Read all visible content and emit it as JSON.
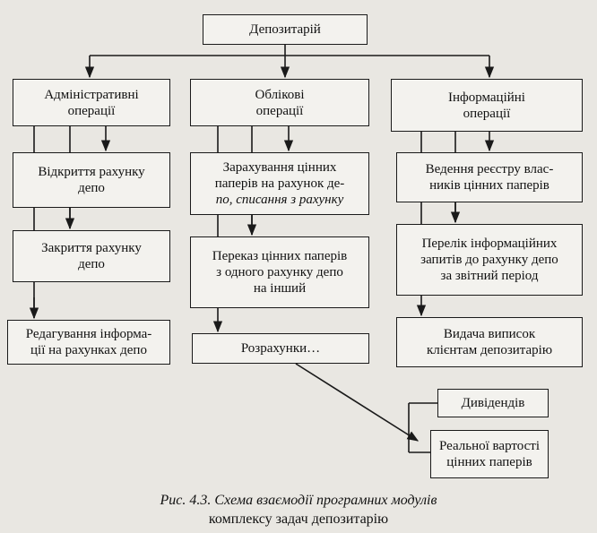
{
  "nodes": {
    "depository": "Депозитарій",
    "admin_ops": [
      "Адміністративні",
      "операції"
    ],
    "account_ops": [
      "Облікові",
      "операції"
    ],
    "info_ops": [
      "Інформаційні",
      "операції"
    ],
    "open_account": [
      "Відкриття рахунку",
      "депо"
    ],
    "close_account": [
      "Закриття рахунку",
      "депо"
    ],
    "edit_info": [
      "Редагування інформа-",
      "ції на рахунках депо"
    ],
    "crediting": [
      "Зарахування цінних",
      "паперів на рахунок де-",
      "по, списання з рахунку"
    ],
    "transfer": [
      "Переказ цінних паперів",
      "з одного рахунку депо",
      "на інший"
    ],
    "settlements": "Розрахунки…",
    "registry": [
      "Ведення реєстру влас-",
      "ників цінних паперів"
    ],
    "info_requests": [
      "Перелік інформаційних",
      "запитів до рахунку депо",
      "за звітний період"
    ],
    "statements": [
      "Видача виписок",
      "клієнтам депозитарію"
    ],
    "dividends": "Дивідендів",
    "real_value": [
      "Реальної вартості",
      "цінних паперів"
    ]
  },
  "caption": {
    "line1": "Рис. 4.3. Схема взаємодії програмних модулів",
    "line2": "комплексу задач депозитарію"
  }
}
